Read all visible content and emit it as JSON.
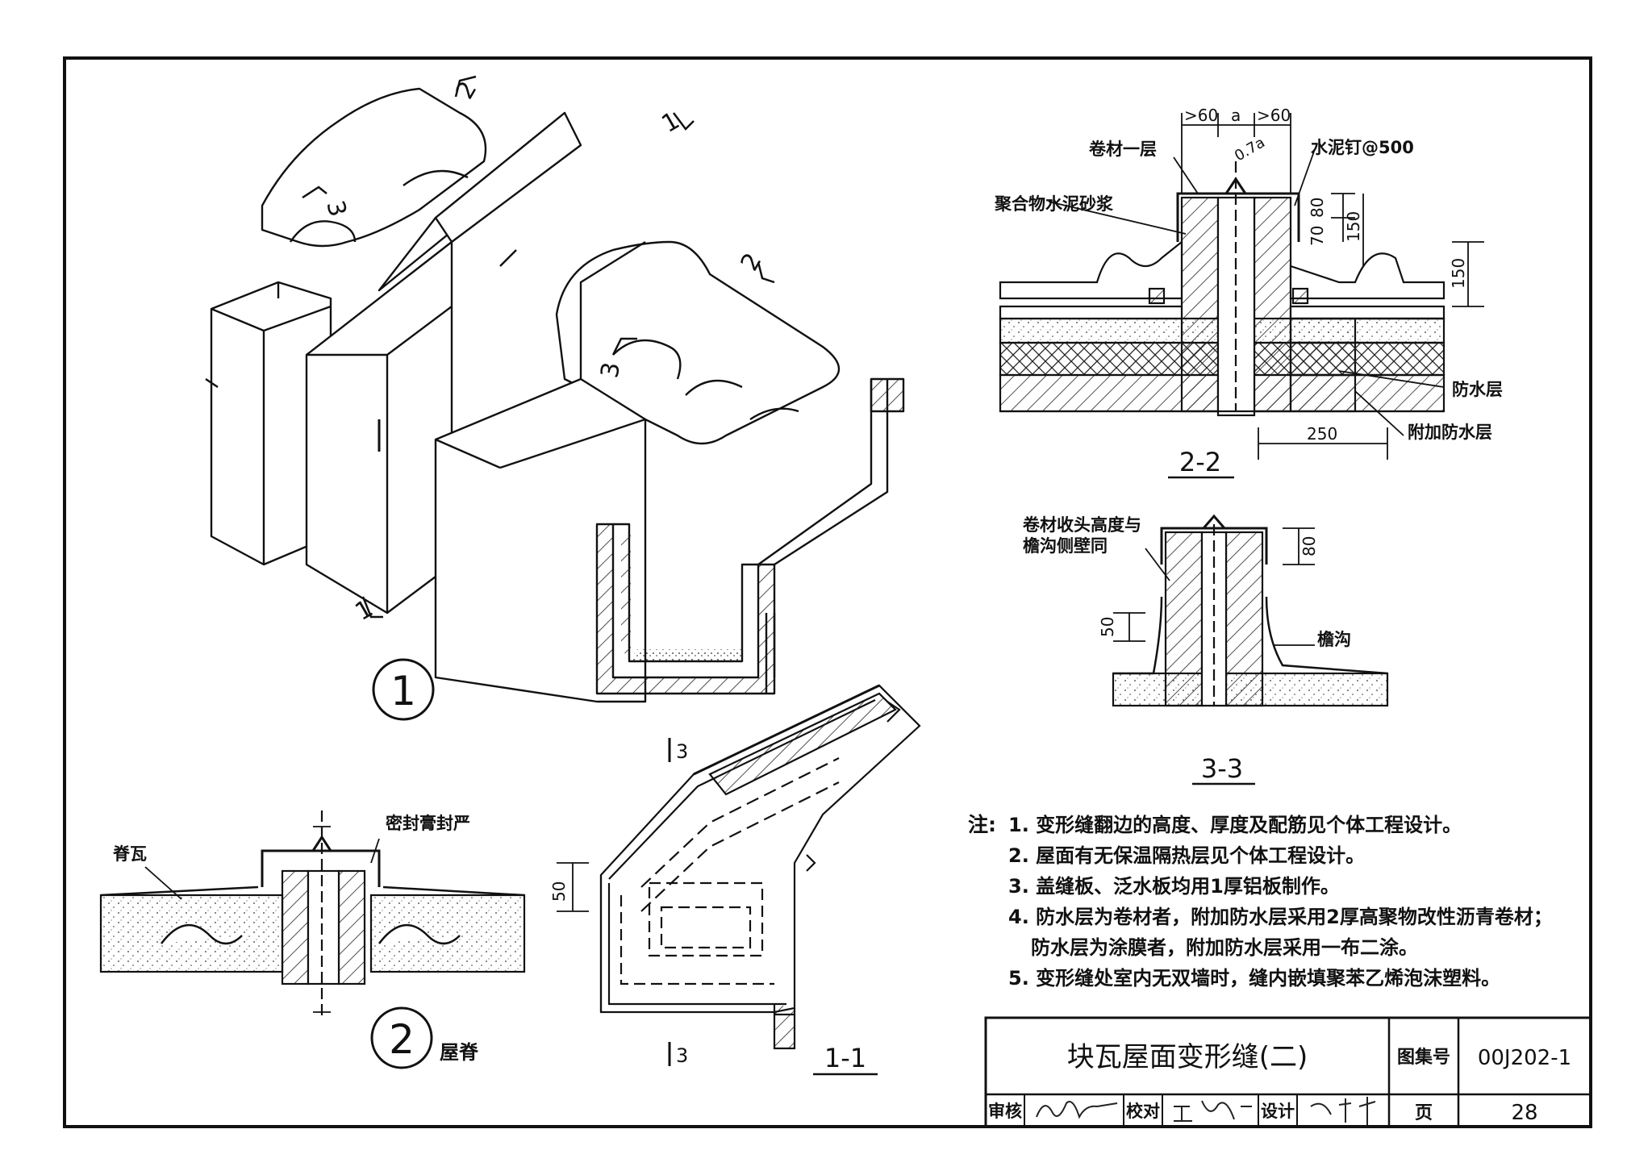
{
  "labels": {
    "juancai_yiceng": "卷材一层",
    "shuinidin": "水泥钉@500",
    "juhewu": "聚合物水泥砂浆",
    "fangshui": "防水层",
    "fujia_fangshui": "附加防水层",
    "juancai_shoutou_1": "卷材收头高度与",
    "juancai_shoutou_2": "檐沟侧壁同",
    "yangou": "檐沟",
    "jiwa": "脊瓦",
    "mifeng": "密封膏封严",
    "wuji": "屋脊"
  },
  "dims": {
    "d60a": ">60",
    "da": "a",
    "d60b": ">60",
    "d07a": "0.7a",
    "d80": "80",
    "d70": "70",
    "d150a": "150",
    "d150b": "150",
    "d250": "250",
    "d80b": "80",
    "d50a": "50",
    "d50b": "50"
  },
  "sections": {
    "s22": "2-2",
    "s33": "3-3",
    "s11": "1-1",
    "c1": "1",
    "c2": "2",
    "cut2a": "2",
    "cut2b": "2",
    "cut3a": "3",
    "cut3b": "3",
    "cut1a": "1",
    "cut1b": "1",
    "cut3c": "3",
    "cut3d": "3"
  },
  "notes": {
    "prefix": "注:",
    "items": [
      "1. 变形缝翻边的高度、厚度及配筋见个体工程设计。",
      "2. 屋面有无保温隔热层见个体工程设计。",
      "3. 盖缝板、泛水板均用1厚铝板制作。",
      "4. 防水层为卷材者，附加防水层采用2厚高聚物改性沥青卷材；",
      "防水层为涂膜者，附加防水层采用一布二涂。",
      "5. 变形缝处室内无双墙时，缝内嵌填聚苯乙烯泡沫塑料。"
    ]
  },
  "title_block": {
    "title": "块瓦屋面变形缝(二)",
    "atlas_label": "图集号",
    "atlas_no": "00J202-1",
    "review": "审核",
    "check": "校对",
    "design": "设计",
    "page_label": "页",
    "page_no": "28"
  }
}
